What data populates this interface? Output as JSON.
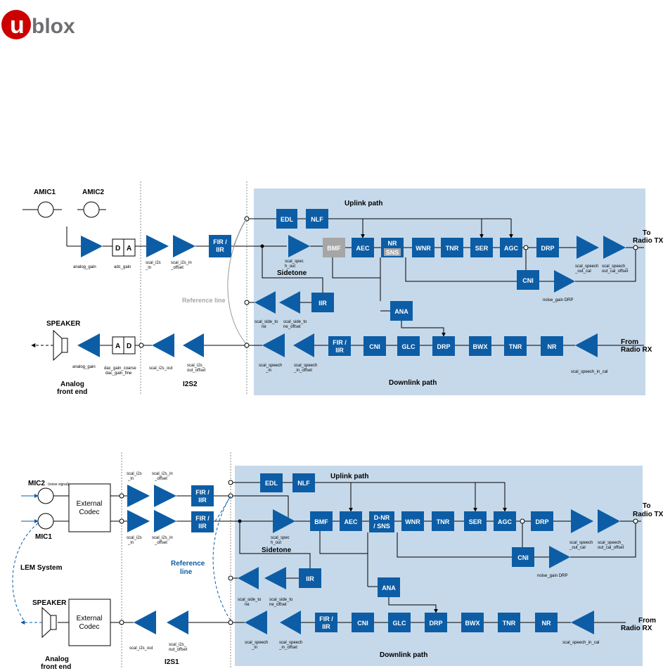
{
  "logo": {
    "text": "ublox",
    "brand_color": "#cc0000"
  },
  "colors": {
    "block": "#0c5da5",
    "panel": "#c6d9ea",
    "grey_block": "#a6a6a6"
  },
  "diagram1": {
    "mic1": "AMIC1",
    "mic2": "AMIC2",
    "analog_gain": "analog_gain",
    "adc_gain": "adc_gain",
    "da_d": "D",
    "da_a": "A",
    "scal_i2s_in": [
      "scal_i2s",
      "_in"
    ],
    "scal_i2s_in_offset": [
      "scal_i2s_in",
      "_offset"
    ],
    "fir_iir": [
      "FIR /",
      "IIR"
    ],
    "uplink_path": "Uplink path",
    "edl": "EDL",
    "nlf": "NLF",
    "bmf": "BMF",
    "aec": "AEC",
    "nr_sns": [
      "NR",
      "SNS"
    ],
    "wnr": "WNR",
    "tnr": "TNR",
    "ser": "SER",
    "agc": "AGC",
    "drp": "DRP",
    "to_radio_tx": [
      "To",
      "Radio TX"
    ],
    "scal_speech_out": [
      "scal_spec",
      "h_out"
    ],
    "sidetone": "Sidetone",
    "cni": "CNI",
    "noise_gain_drp": "noise_gain DRP",
    "scal_speech_out_cal": [
      "scal_speech",
      "_out_cal"
    ],
    "scal_speech_out_cal_offset": [
      "scal_speech_",
      "out_cal_offset"
    ],
    "reference_line": "Reference line",
    "iir": "IIR",
    "scal_side_tone": [
      "scal_side_to",
      "ne"
    ],
    "scal_side_tone_offset": [
      "scal_side_to",
      "ne_offset"
    ],
    "ana": "ANA",
    "speaker": "SPEAKER",
    "analog_gain_dl": "analog_gain",
    "ad_a": "A",
    "ad_d": "D",
    "dac_gain_coarse": "dac_gain_coarse",
    "dac_gain_fine": "dac_gain_fine",
    "scal_i2s_out": "scal_i2s_out",
    "scal_i2s_out_offset": [
      "scal_i2s_",
      "out_offset"
    ],
    "scal_speech_in": [
      "scal_speech",
      "_in"
    ],
    "scal_speech_in_offset": [
      "scal_speech",
      "_in_offset"
    ],
    "glc": "GLC",
    "bwx": "BWX",
    "nr": "NR",
    "from_radio_rx": [
      "From",
      "Radio RX"
    ],
    "scal_speech_in_cal": "scal_speech_in_cal",
    "analog_front_end": [
      "Analog",
      "front end"
    ],
    "i2s2": "I2S2",
    "downlink_path": "Downlink path"
  },
  "diagram2": {
    "mic2": "MIC2",
    "mic2_note": "(noise signal)",
    "mic1": "MIC1",
    "external_codec": [
      "External",
      "Codec"
    ],
    "scal_i2s_in": [
      "scal_i2s",
      "_in"
    ],
    "scal_i2s_in_offset": [
      "scal_i2s_in",
      "_offset"
    ],
    "fir_iir": [
      "FIR /",
      "IIR"
    ],
    "uplink_path": "Uplink path",
    "edl": "EDL",
    "nlf": "NLF",
    "bmf": "BMF",
    "aec": "AEC",
    "dnr_sns": [
      "D-NR",
      "/ SNS"
    ],
    "wnr": "WNR",
    "tnr": "TNR",
    "ser": "SER",
    "agc": "AGC",
    "drp": "DRP",
    "to_radio_tx": [
      "To",
      "Radio TX"
    ],
    "scal_speech_out": [
      "scal_spec",
      "h_out"
    ],
    "sidetone": "Sidetone",
    "lem_system": "LEM System",
    "reference_line": [
      "Reference",
      "line"
    ],
    "cni": "CNI",
    "noise_gain_drp": "noise_gain DRP",
    "scal_speech_out_cal": [
      "scal_speech",
      "_out_cal"
    ],
    "scal_speech_out_cal_offset": [
      "scal_speech_",
      "out_cal_offset"
    ],
    "iir": "IIR",
    "scal_side_tone": [
      "scal_side_to",
      "ne"
    ],
    "scal_side_tone_offset": [
      "scal_side_to",
      "ne_offset"
    ],
    "ana": "ANA",
    "speaker": "SPEAKER",
    "scal_i2s_out": "scal_i2s_out",
    "scal_i2s_out_offset": [
      "scal_i2s_",
      "out_offset"
    ],
    "scal_speech_in": [
      "scal_speech",
      "_in"
    ],
    "scal_speech_in_offset": [
      "scal_speech",
      "_in_offset"
    ],
    "glc": "GLC",
    "bwx": "BWX",
    "nr": "NR",
    "from_radio_rx": [
      "From",
      "Radio RX"
    ],
    "scal_speech_in_cal": "scal_speech_in_cal",
    "analog_front_end": [
      "Analog",
      "front end"
    ],
    "i2s1": "I2S1",
    "downlink_path": "Downlink path"
  }
}
